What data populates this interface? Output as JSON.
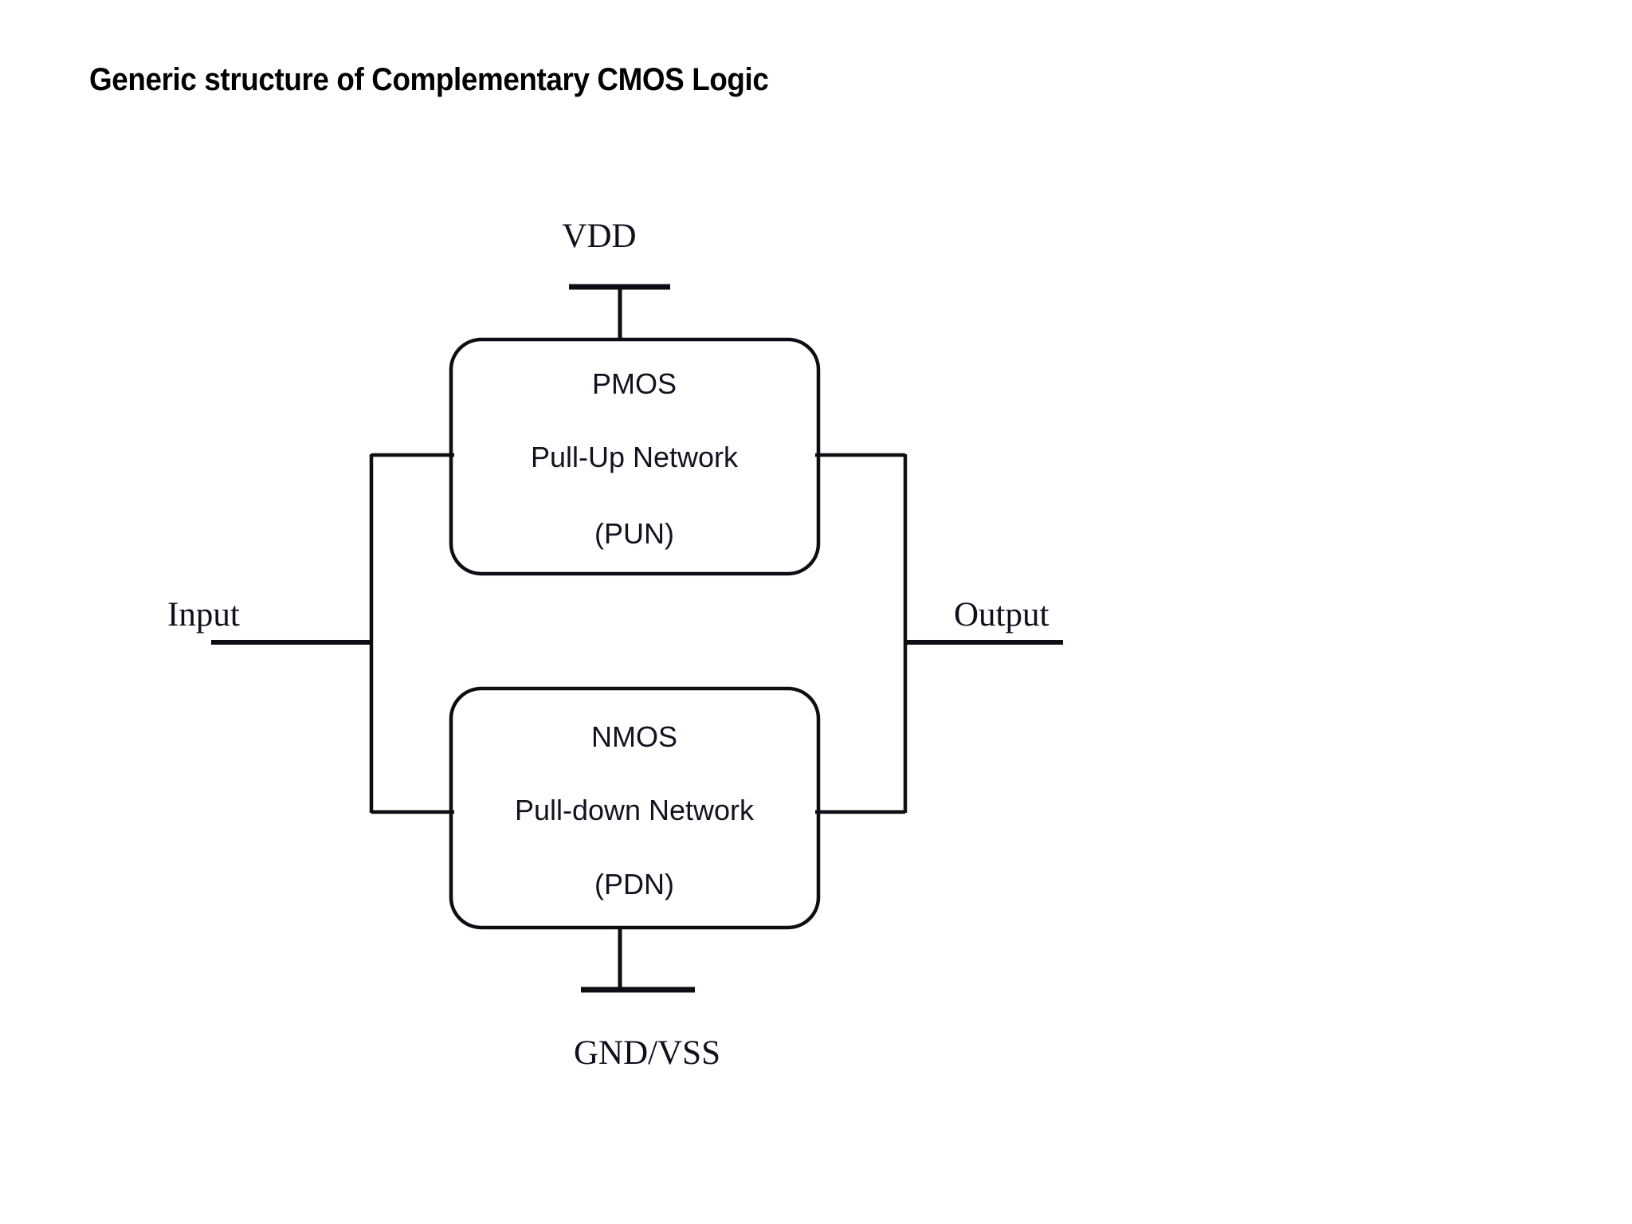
{
  "slide": {
    "title": "Generic structure of Complementary CMOS Logic",
    "background_color": "#ffffff",
    "line_color": "#0d0d14",
    "text_color": "#10101c"
  },
  "diagram": {
    "type": "block-schematic",
    "name": "complementary-cmos-logic-structure",
    "rails": {
      "supply_label": "VDD",
      "ground_label": "GND/VSS"
    },
    "terminals": {
      "input_label": "Input",
      "output_label": "Output"
    },
    "blocks": [
      {
        "id": "pun",
        "name": "pmos-pull-up-network-block",
        "lines": [
          "PMOS",
          "Pull-Up Network",
          "(PUN)"
        ]
      },
      {
        "id": "pdn",
        "name": "nmos-pull-down-network-block",
        "lines": [
          "NMOS",
          "Pull-down Network",
          "(PDN)"
        ]
      }
    ],
    "connections": [
      "VDD rail to PMOS Pull-Up Network top",
      "Input bus to PMOS Pull-Up Network left",
      "Input bus to NMOS Pull-down Network left",
      "PMOS Pull-Up Network right to Output bus",
      "NMOS Pull-down Network right to Output bus",
      "NMOS Pull-down Network bottom to GND/VSS rail"
    ]
  }
}
